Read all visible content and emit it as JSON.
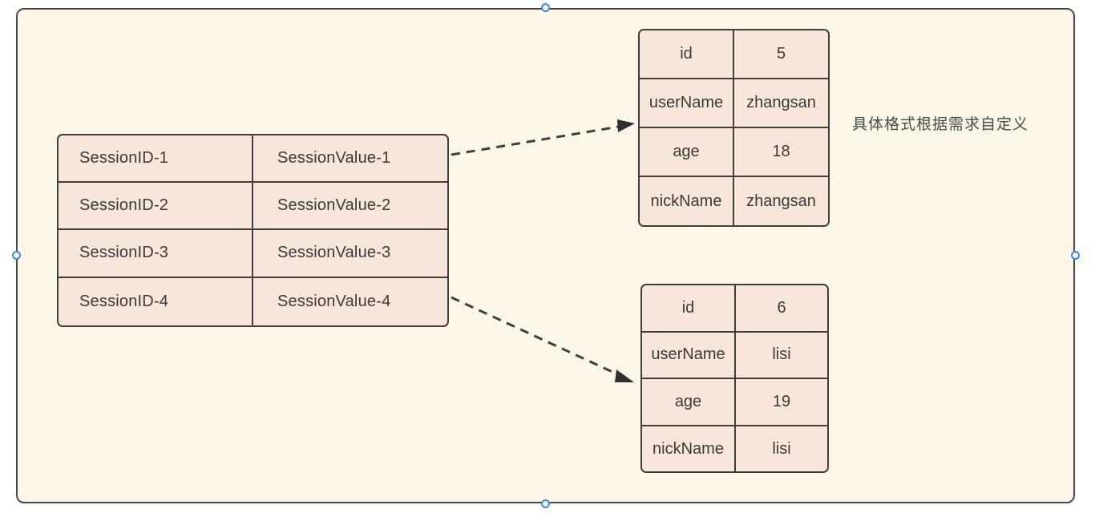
{
  "canvas": {
    "background_color": "#ffffff",
    "frame_background_color": "#fbf6e8",
    "frame_border_color": "#4a4a4a",
    "cell_fill_color": "#f8e6da",
    "cell_border_color": "#3f3f3f",
    "handle_color": "#3b87f0",
    "text_color": "#3a3a3a"
  },
  "session_table": {
    "name": "session-store-table",
    "rows": [
      {
        "key": "SessionID-1",
        "value": "SessionValue-1"
      },
      {
        "key": "SessionID-2",
        "value": "SessionValue-2"
      },
      {
        "key": "SessionID-3",
        "value": "SessionValue-3"
      },
      {
        "key": "SessionID-4",
        "value": "SessionValue-4"
      }
    ]
  },
  "user_table_1": {
    "name": "session-value-detail-zhangsan",
    "rows": [
      {
        "field": "id",
        "value": "5"
      },
      {
        "field": "userName",
        "value": "zhangsan"
      },
      {
        "field": "age",
        "value": "18"
      },
      {
        "field": "nickName",
        "value": "zhangsan"
      }
    ]
  },
  "user_table_2": {
    "name": "session-value-detail-lisi",
    "rows": [
      {
        "field": "id",
        "value": "6"
      },
      {
        "field": "userName",
        "value": "lisi"
      },
      {
        "field": "age",
        "value": "19"
      },
      {
        "field": "nickName",
        "value": "lisi"
      }
    ]
  },
  "annotation": {
    "text": "具体格式根据需求自定义"
  },
  "connectors": [
    {
      "name": "arrow-session1-to-user1",
      "style": "dashed",
      "from_row": 1,
      "to_table": "user_table_1"
    },
    {
      "name": "arrow-session4-to-user2",
      "style": "dashed",
      "from_row": 4,
      "to_table": "user_table_2"
    }
  ],
  "handles": [
    {
      "name": "resize-handle-top",
      "position": "top"
    },
    {
      "name": "resize-handle-bottom",
      "position": "bottom"
    },
    {
      "name": "resize-handle-left",
      "position": "left"
    },
    {
      "name": "resize-handle-right",
      "position": "right"
    }
  ]
}
